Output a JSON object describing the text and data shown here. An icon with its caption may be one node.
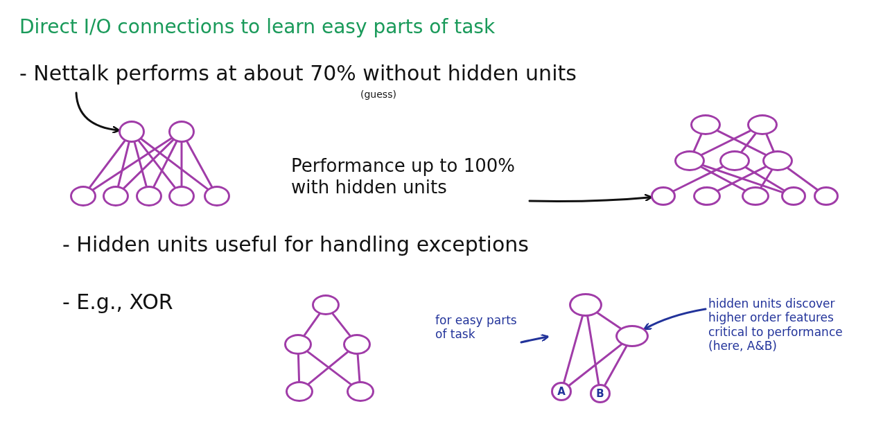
{
  "diagram": {
    "title": "Direct I/O connections to learn easy parts of task",
    "nodes": [
      {
        "text": [
          "- Nettalk performs at about 70% without hidden units"
        ]
      },
      {
        "text": [],
        "shape": "circle"
      },
      {
        "text": [],
        "shape": "circle"
      },
      {
        "text": [],
        "shape": "circle"
      },
      {
        "text": [],
        "shape": "circle"
      },
      {
        "text": [],
        "shape": "circle"
      },
      {
        "text": [],
        "shape": "circle"
      },
      {
        "text": [],
        "shape": "circle"
      },
      {
        "text": [
          "Performance up to 100% with hidden units"
        ]
      },
      {
        "text": [],
        "shape": "circle"
      },
      {
        "text": [],
        "shape": "circle"
      },
      {
        "text": [],
        "shape": "circle"
      },
      {
        "text": [],
        "shape": "circle"
      },
      {
        "text": [],
        "shape": "circle"
      },
      {
        "text": [],
        "shape": "circle"
      },
      {
        "text": [],
        "shape": "circle"
      },
      {
        "text": [],
        "shape": "circle"
      },
      {
        "text": [],
        "shape": "circle"
      },
      {
        "text": [],
        "shape": "circle"
      },
      {
        "text": [],
        "shape": "circle"
      },
      {
        "text": [],
        "shape": "circle"
      },
      {
        "text": [],
        "shape": "circle"
      },
      {
        "text": [],
        "shape": "circle"
      },
      {
        "text": [],
        "shape": "circle"
      },
      {
        "text": [
          "for easy parts of task"
        ]
      },
      {
        "text": [],
        "shape": "circle"
      },
      {
        "text": [],
        "shape": "circle"
      },
      {
        "text": [
          "A"
        ]
      },
      {
        "text": [
          "B"
        ]
      },
      {
        "text": [
          "hidden units discover higher order features critical to performance (here, A&B)"
        ]
      }
    ],
    "edges": [
      {
        "from": 0,
        "to": 1,
        "arrow": "to",
        "color": "#111111"
      },
      {
        "from": 1,
        "to": 3,
        "arrow": "none"
      },
      {
        "from": 1,
        "to": 4,
        "arrow": "none"
      },
      {
        "from": 1,
        "to": 5,
        "arrow": "none"
      },
      {
        "from": 1,
        "to": 6,
        "arrow": "none"
      },
      {
        "from": 1,
        "to": 7,
        "arrow": "none"
      },
      {
        "from": 2,
        "to": 3,
        "arrow": "none"
      },
      {
        "from": 2,
        "to": 4,
        "arrow": "none"
      },
      {
        "from": 2,
        "to": 5,
        "arrow": "none"
      },
      {
        "from": 2,
        "to": 6,
        "arrow": "none"
      },
      {
        "from": 2,
        "to": 7,
        "arrow": "none"
      },
      {
        "from": 8,
        "to": 14,
        "arrow": "to",
        "color": "#111111"
      },
      {
        "from": 9,
        "to": 11,
        "arrow": "none"
      },
      {
        "from": 9,
        "to": 13,
        "arrow": "none"
      },
      {
        "from": 10,
        "to": 11,
        "arrow": "none"
      },
      {
        "from": 10,
        "to": 12,
        "arrow": "none"
      },
      {
        "from": 10,
        "to": 13,
        "arrow": "none"
      },
      {
        "from": 11,
        "to": 16,
        "arrow": "none"
      },
      {
        "from": 11,
        "to": 17,
        "arrow": "none"
      },
      {
        "from": 12,
        "to": 14,
        "arrow": "none"
      },
      {
        "from": 12,
        "to": 17,
        "arrow": "none"
      },
      {
        "from": 13,
        "to": 15,
        "arrow": "none"
      },
      {
        "from": 13,
        "to": 16,
        "arrow": "none"
      },
      {
        "from": 13,
        "to": 18,
        "arrow": "none"
      },
      {
        "from": 19,
        "to": 20,
        "arrow": "none"
      },
      {
        "from": 19,
        "to": 21,
        "arrow": "none"
      },
      {
        "from": 20,
        "to": 22,
        "arrow": "none"
      },
      {
        "from": 20,
        "to": 23,
        "arrow": "none"
      },
      {
        "from": 21,
        "to": 22,
        "arrow": "none"
      },
      {
        "from": 21,
        "to": 23,
        "arrow": "none"
      },
      {
        "from": 24,
        "to": null,
        "arrow": "to",
        "color": "#22339a"
      },
      {
        "from": 25,
        "to": 26,
        "arrow": "none"
      },
      {
        "from": 25,
        "to": 27,
        "arrow": "none"
      },
      {
        "from": 25,
        "to": 28,
        "arrow": "none"
      },
      {
        "from": 26,
        "to": 27,
        "arrow": "none"
      },
      {
        "from": 26,
        "to": 28,
        "arrow": "none"
      },
      {
        "from": 29,
        "to": 26,
        "arrow": "to",
        "color": "#22339a"
      }
    ],
    "labels": [
      "(guess)",
      "- Hidden units useful for handling exceptions",
      "- E.g., XOR"
    ]
  }
}
